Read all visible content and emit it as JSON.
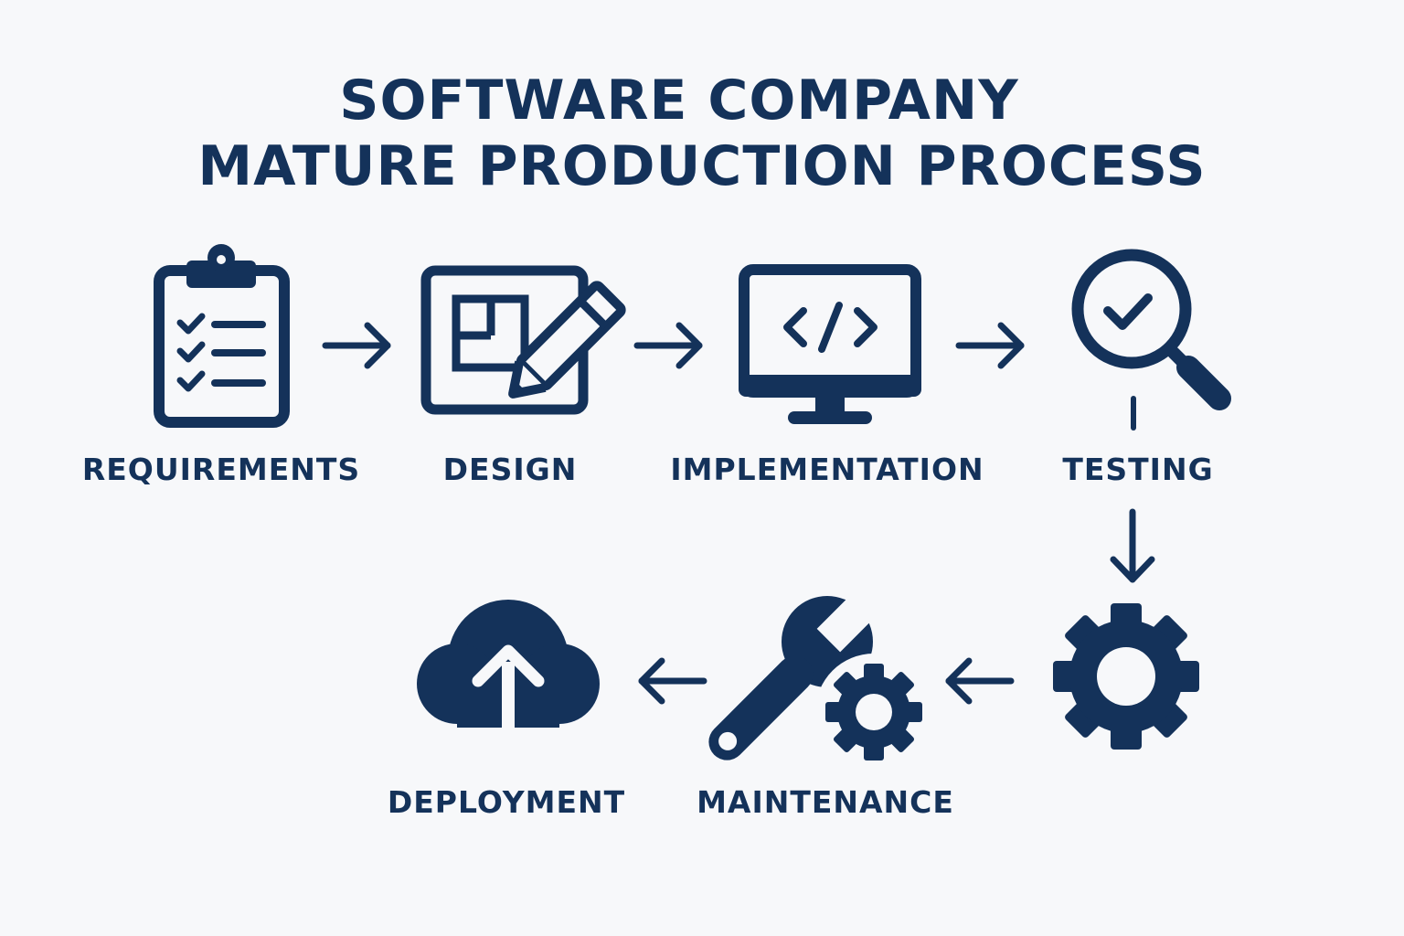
{
  "title": {
    "line1": "SOFTWARE COMPANY",
    "line2": "MATURE PRODUCTION PROCESS"
  },
  "colors": {
    "primary": "#14325a",
    "background": "#f7f8fa"
  },
  "steps": [
    {
      "label": "REQUIREMENTS",
      "icon": "clipboard-checklist-icon"
    },
    {
      "label": "DESIGN",
      "icon": "design-pencil-icon"
    },
    {
      "label": "IMPLEMENTATION",
      "icon": "monitor-code-icon"
    },
    {
      "label": "TESTING",
      "icon": "magnifier-check-icon"
    },
    {
      "label": "",
      "icon": "gear-icon"
    },
    {
      "label": "MAINTENANCE",
      "icon": "wrench-gear-icon"
    },
    {
      "label": "DEPLOYMENT",
      "icon": "cloud-upload-icon"
    }
  ]
}
